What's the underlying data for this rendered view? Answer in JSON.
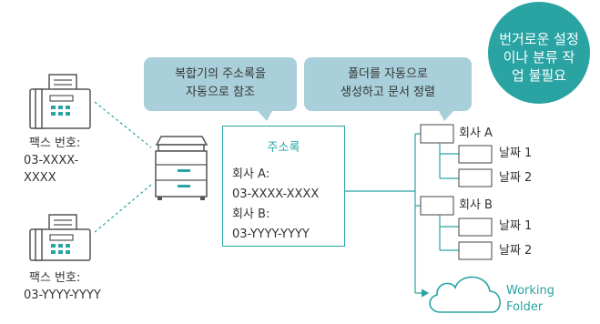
{
  "colors": {
    "accent": "#2aa3a3",
    "callout_bg": "#a9cfda",
    "text": "#333333",
    "device": "#555555"
  },
  "callout_left": {
    "lines": [
      "복합기의 주소록을",
      "자동으로 참조"
    ]
  },
  "callout_right": {
    "lines": [
      "폴더를 자동으로",
      "생성하고 문서 정렬"
    ]
  },
  "badge": {
    "lines": [
      "번거로운 설정",
      "이나 분류 작",
      "업 불필요"
    ]
  },
  "fax_top": {
    "lines": [
      "팩스 번호:",
      "03-XXXX-XXXX"
    ]
  },
  "fax_bottom": {
    "lines": [
      "팩스 번호:",
      "03-YYYY-YYYY"
    ]
  },
  "address_book": {
    "title": "주소록",
    "lines": [
      "회사 A:",
      "03-XXXX-XXXX",
      "회사 B:",
      "03-YYYY-YYYY"
    ]
  },
  "tree": {
    "company_a": "회사 A",
    "company_a_date1": "날짜 1",
    "company_a_date2": "날짜 2",
    "company_b": "회사 B",
    "company_b_date1": "날짜 1",
    "company_b_date2": "날짜 2"
  },
  "cloud": {
    "lines": [
      "Working",
      "Folder"
    ]
  },
  "icons": [
    "fax-machine-icon",
    "multifunction-printer-icon",
    "cloud-icon",
    "folder-box-icon"
  ]
}
